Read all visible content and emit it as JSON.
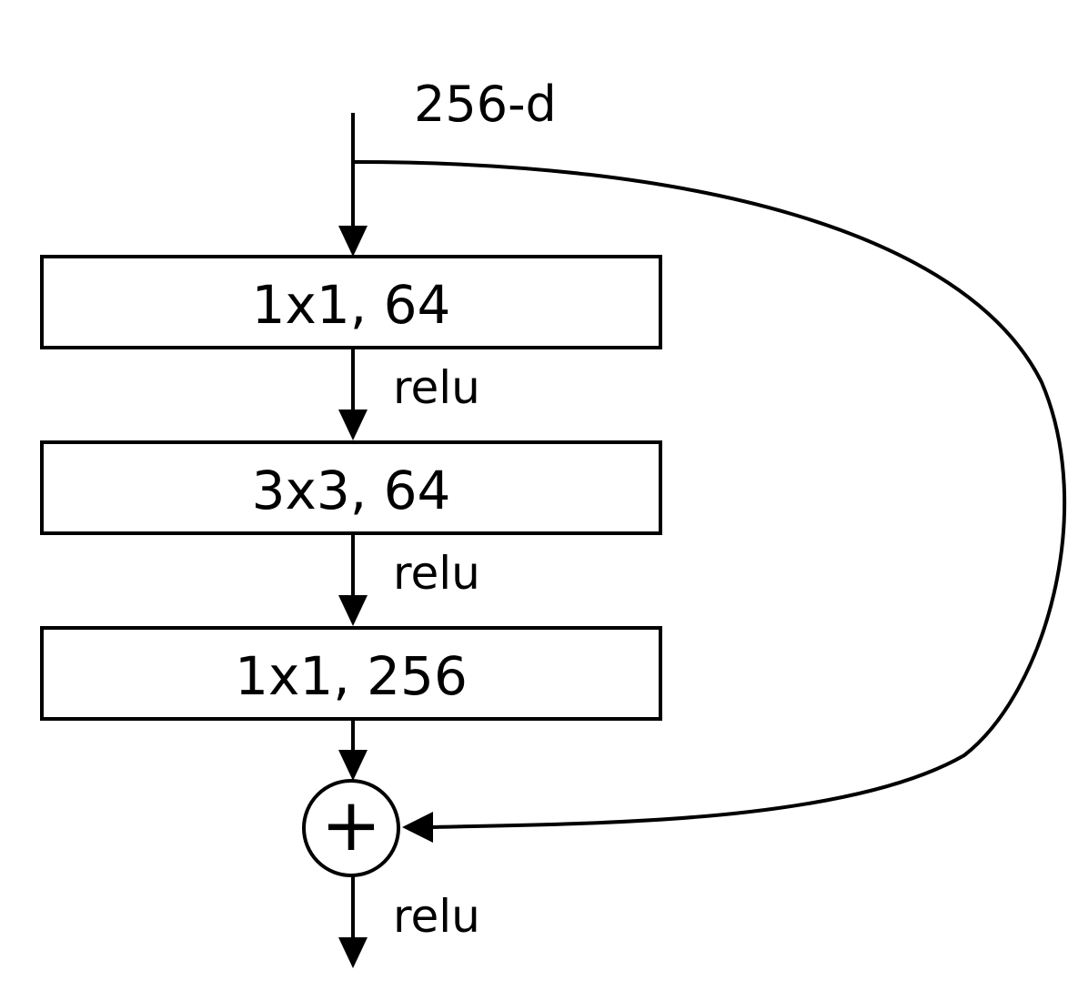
{
  "input": {
    "label": "256-d"
  },
  "layers": [
    {
      "label": "1x1, 64"
    },
    {
      "label": "3x3, 64"
    },
    {
      "label": "1x1, 256"
    }
  ],
  "activations": [
    {
      "label": "relu"
    },
    {
      "label": "relu"
    },
    {
      "label": "relu"
    }
  ],
  "sum_node": {
    "symbol": "+"
  },
  "colors": {
    "stroke": "#000000",
    "fill": "#ffffff",
    "text": "#000000"
  }
}
